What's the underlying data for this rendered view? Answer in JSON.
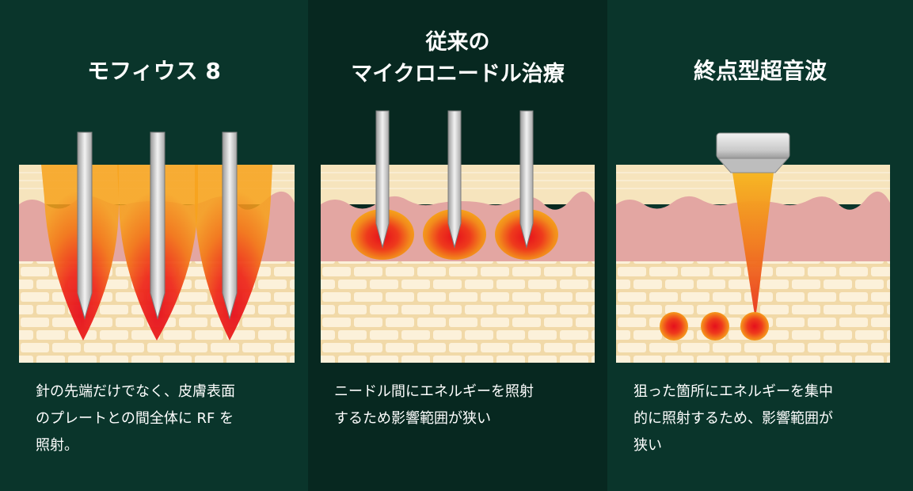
{
  "panels": [
    {
      "title": "モフィウス 8",
      "description": [
        "針の先端だけでなく、皮膚表面",
        "のプレートとの間全体に RF を",
        "照射。"
      ]
    },
    {
      "title": [
        "従来の",
        "マイクロニードル治療"
      ],
      "description": [
        "ニードル間にエネルギーを照射",
        "するため影響範囲が狭い"
      ]
    },
    {
      "title": "終点型超音波",
      "description": [
        "狙った箇所にエネルギーを集中",
        "的に照射するため、影響範囲が",
        "狭い"
      ]
    }
  ],
  "colors": {
    "background_dark": "#0a352b",
    "background_darker": "#072820",
    "skin_epidermis": "#f3dfb6",
    "skin_dermis": "#e2a2a0",
    "fat_cells": "#fbefd6",
    "energy_red": "#e8201e",
    "energy_orange": "#f28c1e"
  }
}
